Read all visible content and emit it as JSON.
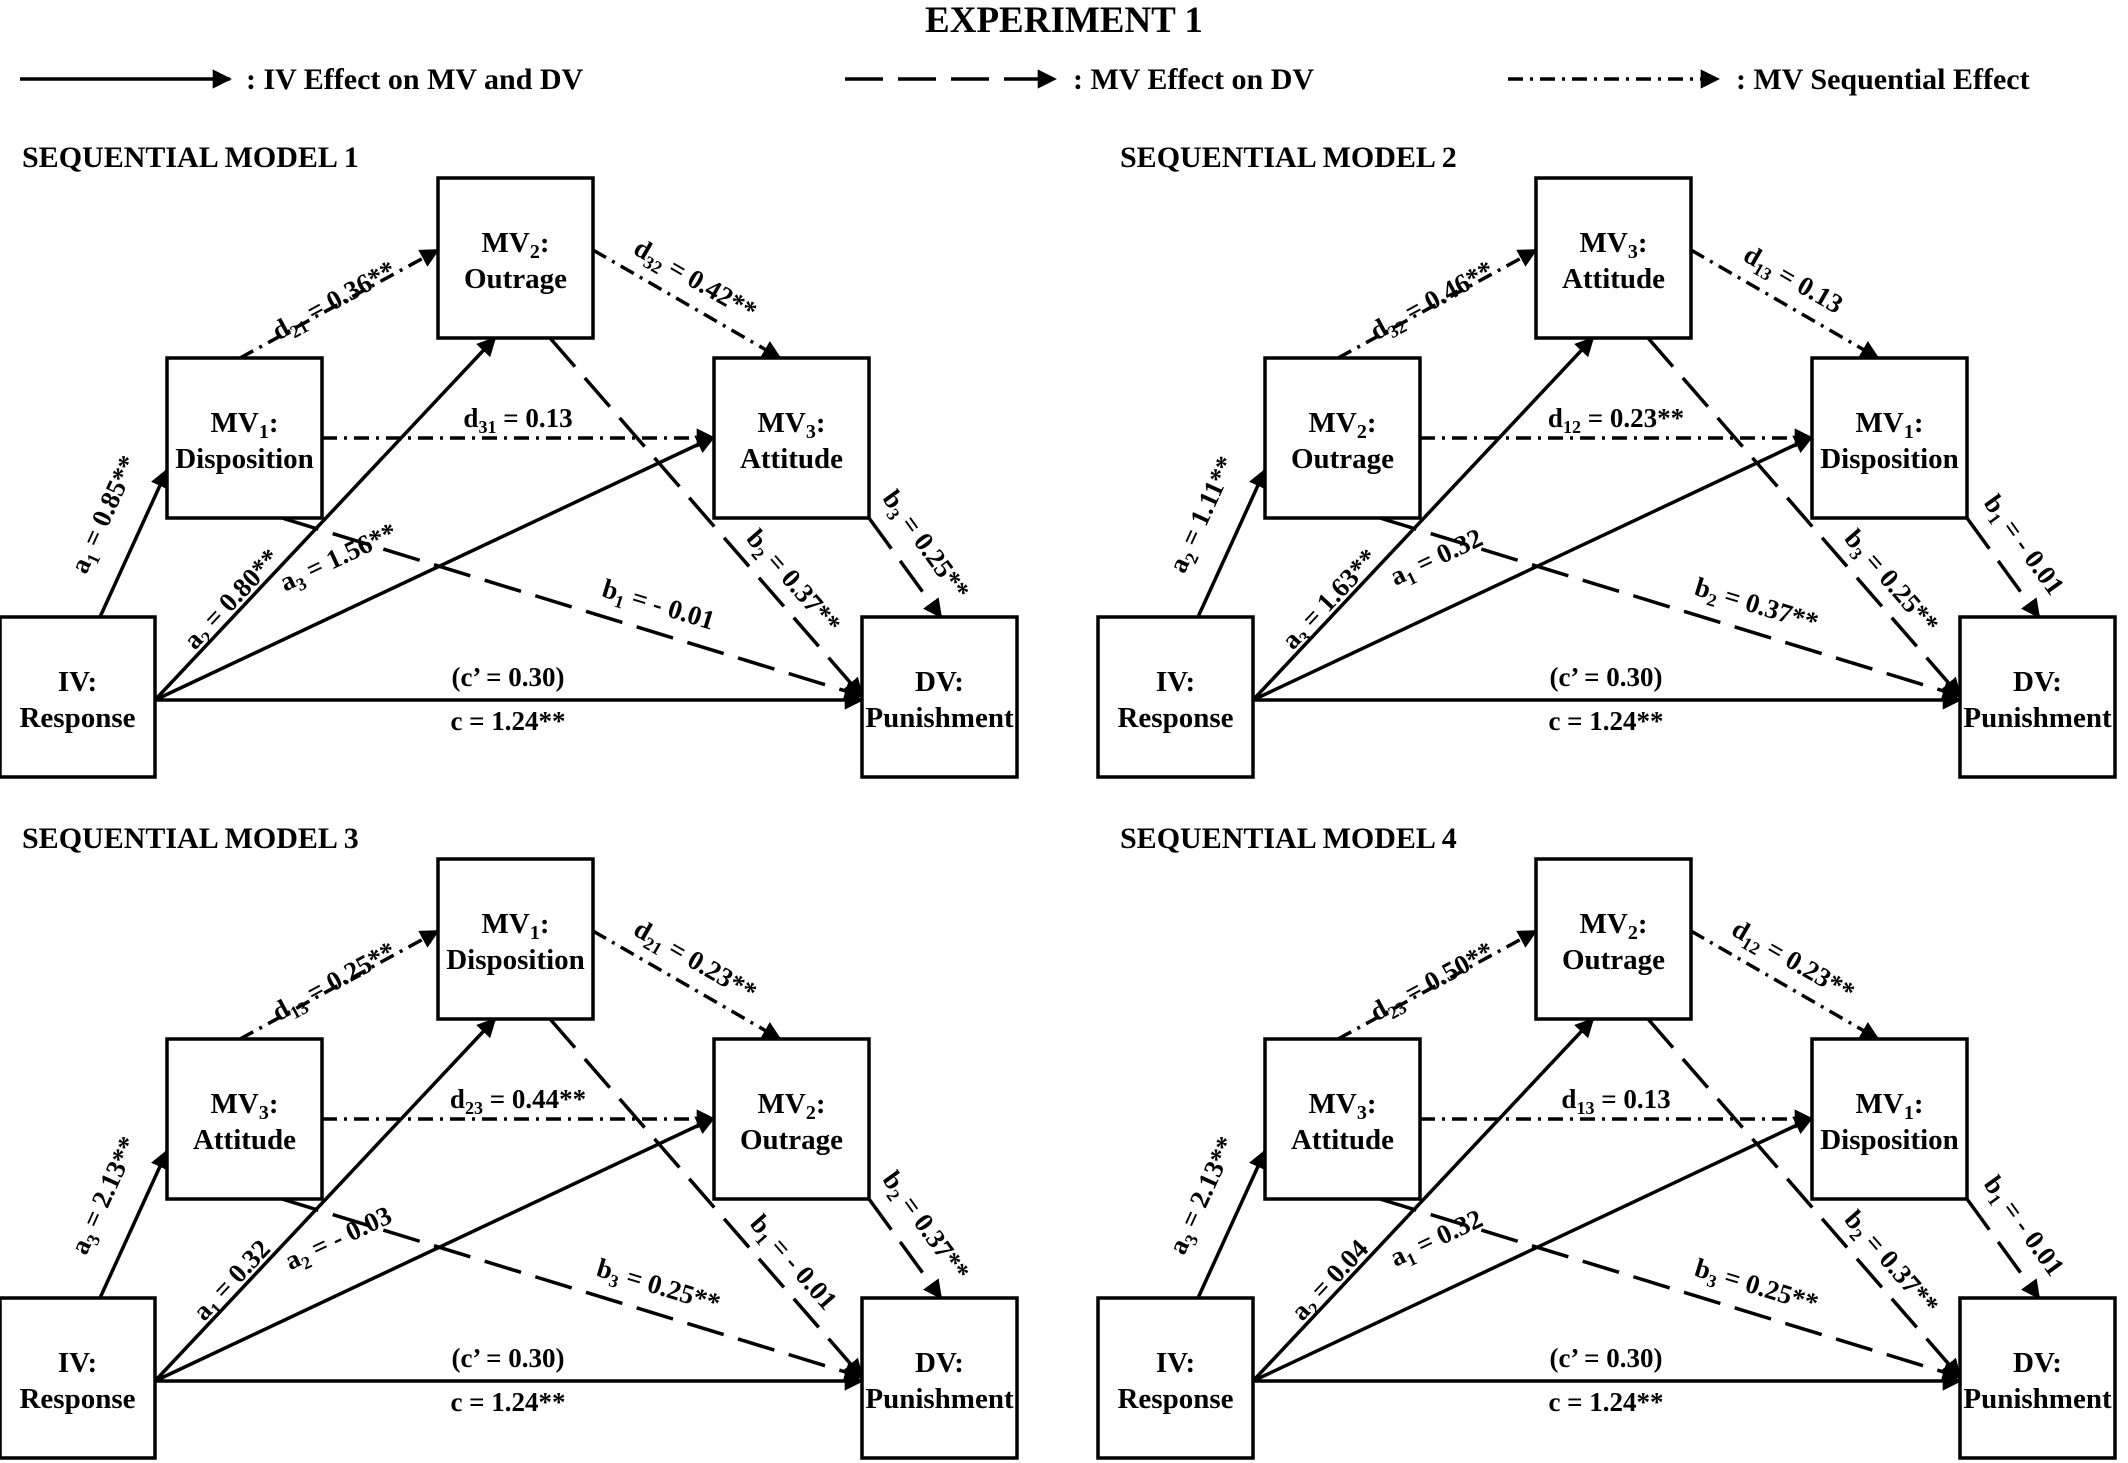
{
  "title": "EXPERIMENT 1",
  "legend": [
    {
      "style": "solid",
      "label": ": IV Effect on MV and DV"
    },
    {
      "style": "dash",
      "label": ": MV Effect on DV"
    },
    {
      "style": "dashdot",
      "label": ": MV Sequential Effect"
    }
  ],
  "models": [
    {
      "title": "SEQUENTIAL MODEL 1",
      "nodes": {
        "iv": [
          "IV:",
          "Response"
        ],
        "mv1": [
          "MV",
          "1",
          ":",
          "Disposition"
        ],
        "mv2": [
          "MV",
          "2",
          ":",
          "Outrage"
        ],
        "mv3": [
          "MV",
          "3",
          ":",
          "Attitude"
        ],
        "dv": [
          "DV:",
          "Punishment"
        ]
      },
      "edges": {
        "a_left": [
          "a",
          "1",
          " = 0.85**"
        ],
        "a_mid": [
          "a",
          "2",
          " = 0.80**"
        ],
        "a_right": [
          "a",
          "3",
          " = 1.56**"
        ],
        "d_left": [
          "d",
          "21",
          " = 0.36**"
        ],
        "d_right": [
          "d",
          "32",
          " = 0.42**"
        ],
        "d_mid": [
          "d",
          "31",
          " = 0.13"
        ],
        "b_top": [
          "b",
          "2",
          " = 0.37**"
        ],
        "b_right": [
          "b",
          "3",
          " = 0.25**"
        ],
        "b_left": [
          "b",
          "1",
          " = - 0.01"
        ],
        "c_prime": "(c’ =  0.30)",
        "c": "c = 1.24**"
      }
    },
    {
      "title": "SEQUENTIAL MODEL 2",
      "nodes": {
        "iv": [
          "IV:",
          "Response"
        ],
        "mv1": [
          "MV",
          "2",
          ":",
          "Outrage"
        ],
        "mv2": [
          "MV",
          "3",
          ":",
          "Attitude"
        ],
        "mv3": [
          "MV",
          "1",
          ":",
          "Disposition"
        ],
        "dv": [
          "DV:",
          "Punishment"
        ]
      },
      "edges": {
        "a_left": [
          "a",
          "2",
          " = 1.11**"
        ],
        "a_mid": [
          "a",
          "3",
          " = 1.63**"
        ],
        "a_right": [
          "a",
          "1",
          " = 0.32"
        ],
        "d_left": [
          "d",
          "32",
          " = 0.46**"
        ],
        "d_right": [
          "d",
          "13",
          " = 0.13"
        ],
        "d_mid": [
          "d",
          "12",
          " = 0.23**"
        ],
        "b_top": [
          "b",
          "3",
          "  = 0.25**"
        ],
        "b_right": [
          "b",
          "1",
          " = - 0.01"
        ],
        "b_left": [
          "b",
          "2",
          "  = 0.37**"
        ],
        "c_prime": "(c’ =  0.30)",
        "c": "c = 1.24**"
      }
    },
    {
      "title": "SEQUENTIAL MODEL 3",
      "nodes": {
        "iv": [
          "IV:",
          "Response"
        ],
        "mv1": [
          "MV",
          "3",
          ":",
          "Attitude"
        ],
        "mv2": [
          "MV",
          "1",
          ":",
          "Disposition"
        ],
        "mv3": [
          "MV",
          "2",
          ":",
          "Outrage"
        ],
        "dv": [
          "DV:",
          "Punishment"
        ]
      },
      "edges": {
        "a_left": [
          "a",
          "3",
          " = 2.13**"
        ],
        "a_mid": [
          "a",
          "1",
          " = 0.32"
        ],
        "a_right": [
          "a",
          "2",
          " = - 0.03"
        ],
        "d_left": [
          "d",
          "13",
          " = 0.25**"
        ],
        "d_right": [
          "d",
          "21",
          " = 0.23**"
        ],
        "d_mid": [
          "d",
          "23",
          " = 0.44**"
        ],
        "b_top": [
          "b",
          "1",
          " = - 0.01"
        ],
        "b_right": [
          "b",
          "2",
          " = 0.37**"
        ],
        "b_left": [
          "b",
          "3",
          "  = 0.25**"
        ],
        "c_prime": "(c’ =  0.30)",
        "c": "c = 1.24**"
      }
    },
    {
      "title": "SEQUENTIAL MODEL 4",
      "nodes": {
        "iv": [
          "IV:",
          "Response"
        ],
        "mv1": [
          "MV",
          "3",
          ":",
          "Attitude"
        ],
        "mv2": [
          "MV",
          "2",
          ":",
          "Outrage"
        ],
        "mv3": [
          "MV",
          "1",
          ":",
          "Disposition"
        ],
        "dv": [
          "DV:",
          "Punishment"
        ]
      },
      "edges": {
        "a_left": [
          "a",
          "3",
          " = 2.13**"
        ],
        "a_mid": [
          "a",
          "2",
          " = 0.04"
        ],
        "a_right": [
          "a",
          "1",
          " = 0.32"
        ],
        "d_left": [
          "d",
          "23",
          " = 0.50**"
        ],
        "d_right": [
          "d",
          "12",
          " = 0.23**"
        ],
        "d_mid": [
          "d",
          "13",
          " = 0.13"
        ],
        "b_top": [
          "b",
          "2",
          "  = 0.37**"
        ],
        "b_right": [
          "b",
          "1",
          " = - 0.01"
        ],
        "b_left": [
          "b",
          "3",
          "  = 0.25**"
        ],
        "c_prime": "(c’ =  0.30)",
        "c": "c = 1.24**"
      }
    }
  ]
}
